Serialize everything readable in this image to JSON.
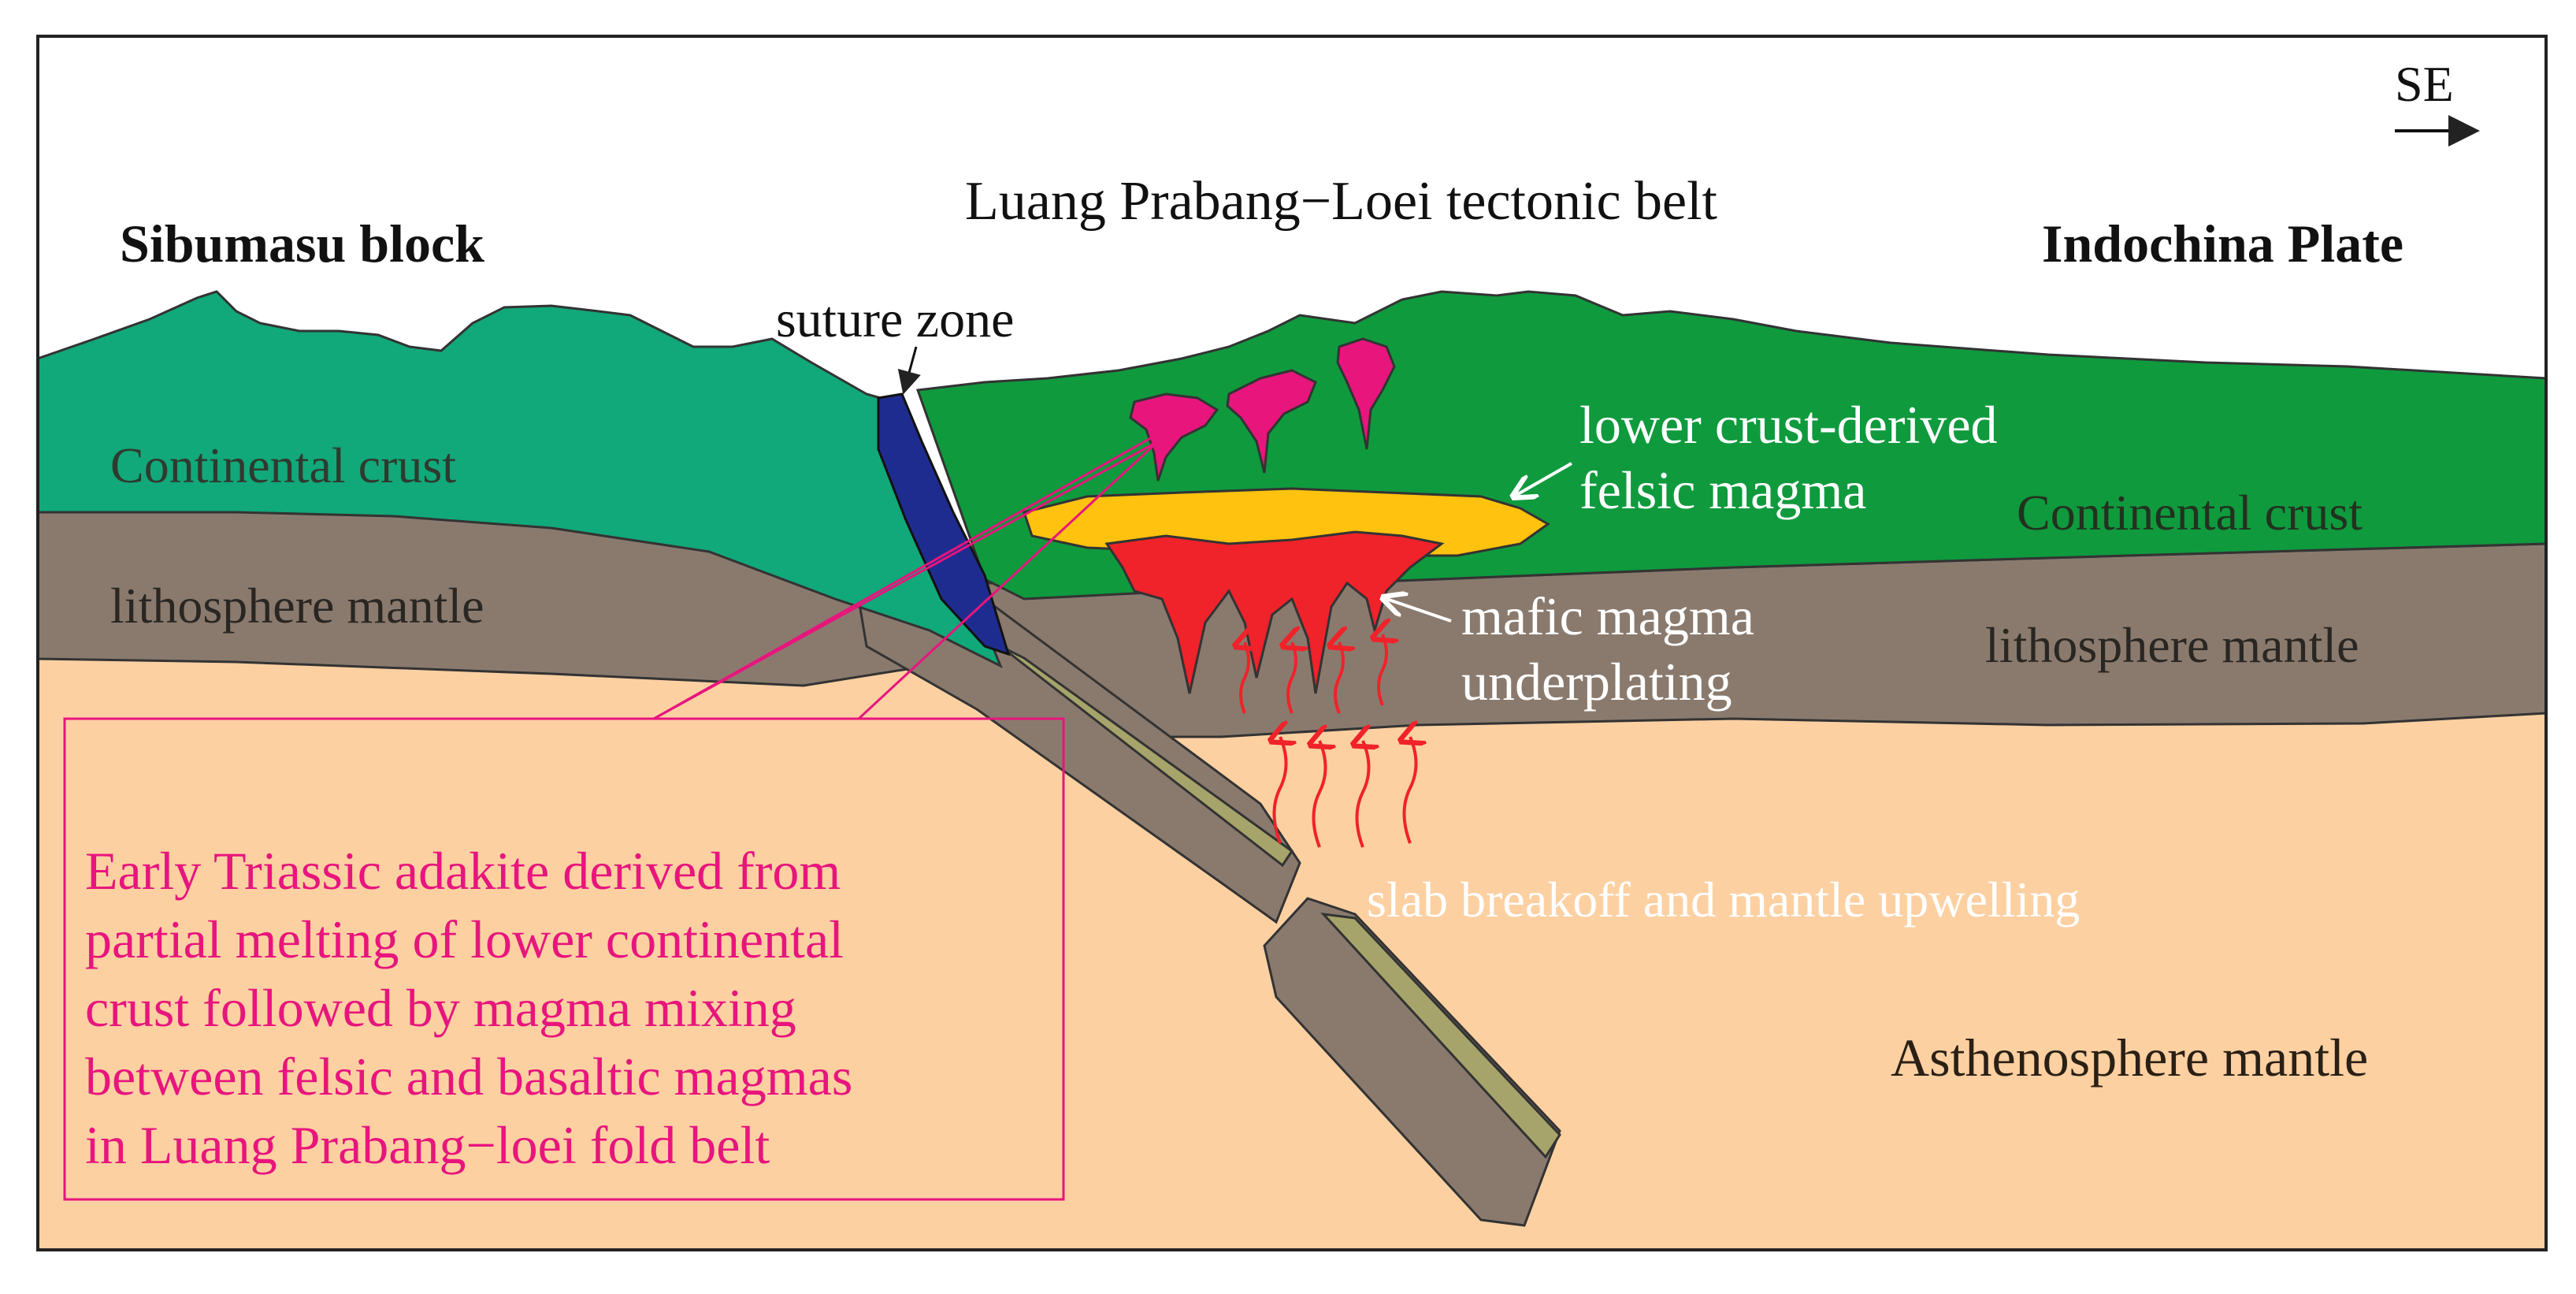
{
  "direction": {
    "label": "SE"
  },
  "titles": {
    "left_block": "Sibumasu block",
    "center_belt": "Luang Prabang−Loei tectonic belt",
    "right_plate": "Indochina Plate"
  },
  "labels": {
    "suture_zone": "suture zone",
    "continental_crust_left": "Continental crust",
    "continental_crust_right": "Continental crust",
    "lithosphere_mantle_left": "lithosphere mantle",
    "lithosphere_mantle_right": "lithosphere mantle",
    "felsic_magma_line1": "lower crust-derived",
    "felsic_magma_line2": "felsic magma",
    "mafic_line1": "mafic magma",
    "mafic_line2": "underplating",
    "slab_breakoff": "slab breakoff and mantle upwelling",
    "asthenosphere": "Asthenosphere  mantle"
  },
  "callout": {
    "lines": [
      "Early Triassic adakite  derived from",
      "partial melting of lower continental",
      "crust followed by magma mixing",
      "between felsic and basaltic magmas",
      "in Luang Prabang−loei fold belt"
    ]
  },
  "colors": {
    "sibumasu_crust": "#11a87a",
    "indochina_crust": "#0f9a3e",
    "lithosphere": "#8a7a6e",
    "asthenosphere": "#fdd0a2",
    "suture": "#1f2c8f",
    "felsic_magma": "#ffc20e",
    "mafic_magma": "#f0222a",
    "adakite_plutons": "#e8157d",
    "slab_rim": "#a6a46a",
    "callout": "#e8157d",
    "upwelling_arrows": "#f0222a"
  }
}
